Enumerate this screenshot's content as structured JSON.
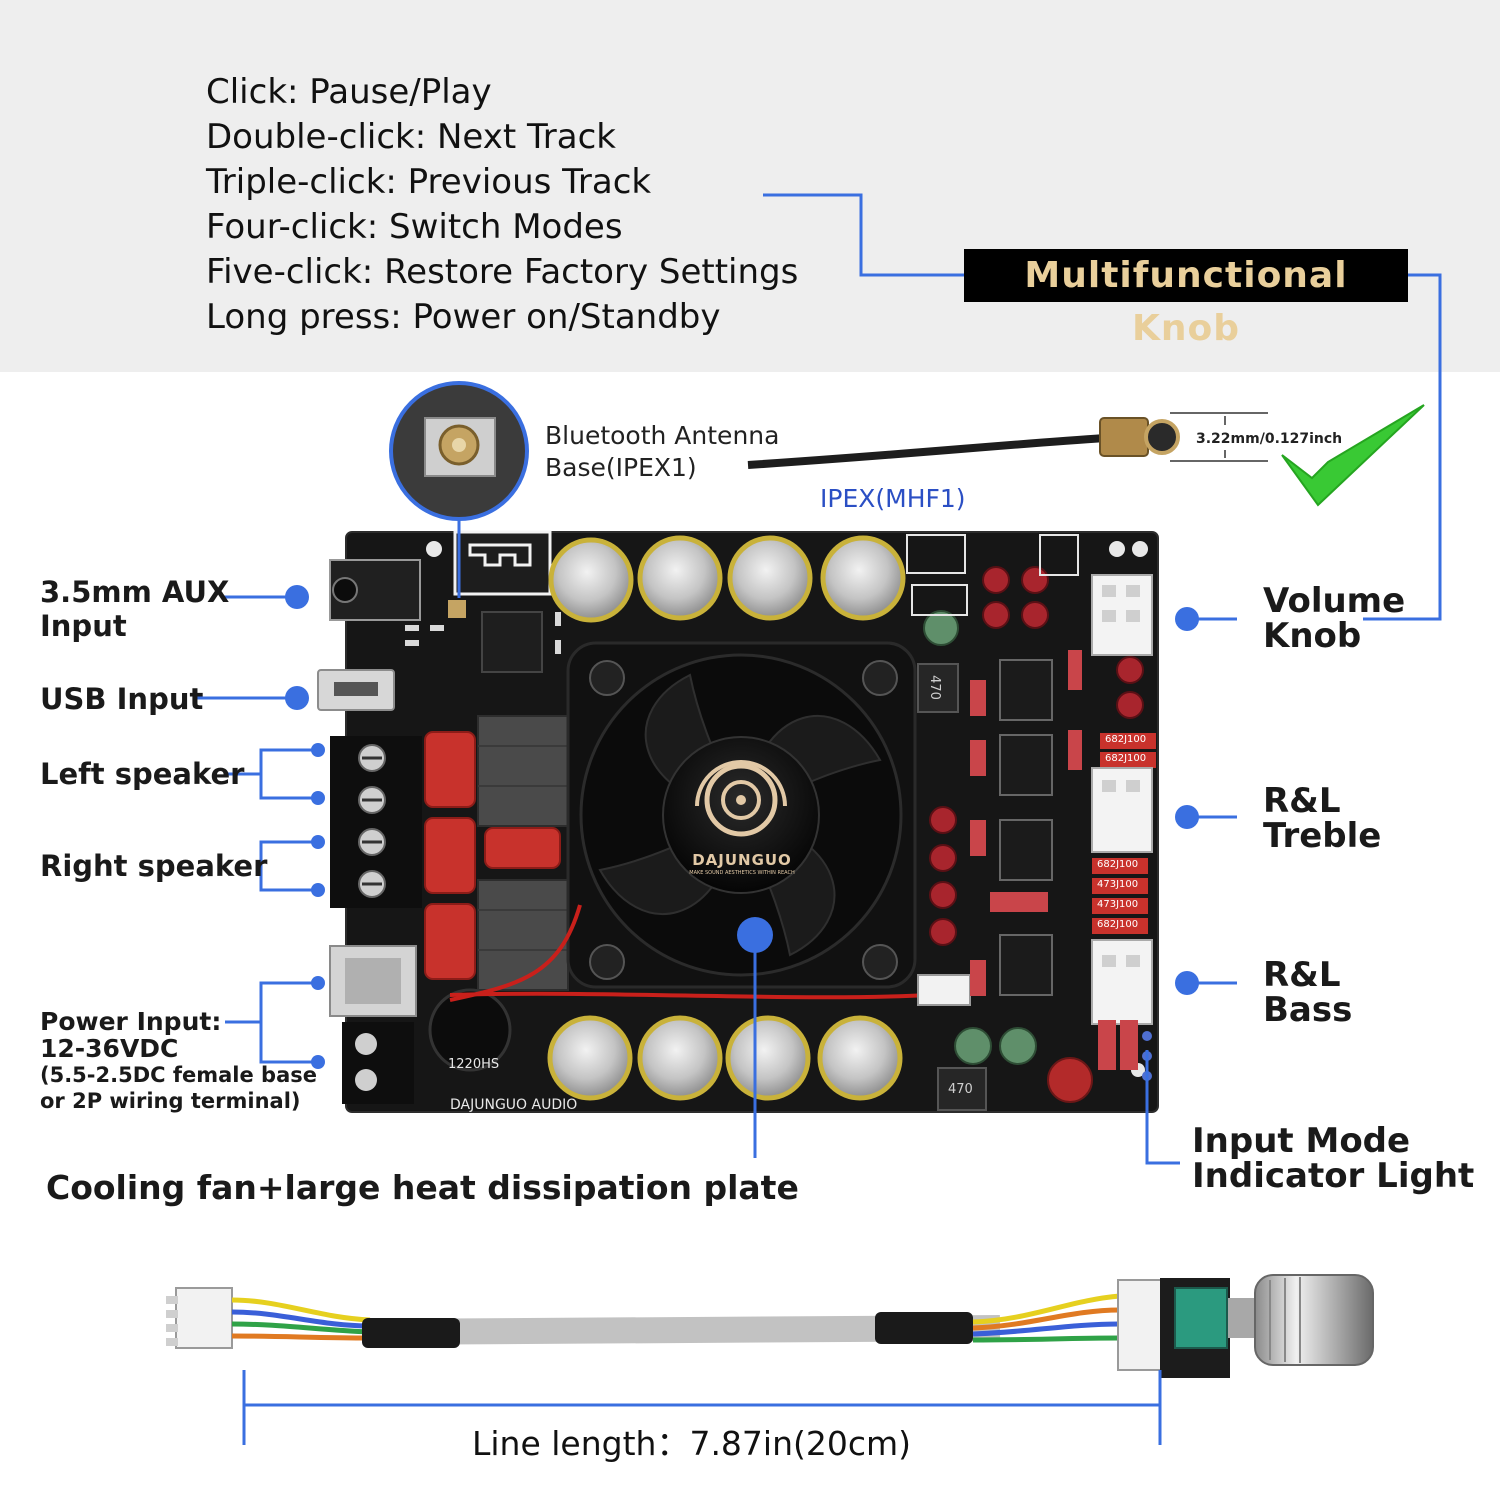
{
  "knob_functions": [
    "Click: Pause/Play",
    "Double-click: Next Track",
    "Triple-click: Previous Track",
    "Four-click: Switch Modes",
    "Five-click: Restore Factory Settings",
    "Long press: Power on/Standby"
  ],
  "knob_title": "Multifunctional Knob",
  "antenna": {
    "label_line1": "Bluetooth Antenna",
    "label_line2": "Base(IPEX1)",
    "cable_label": "IPEX(MHF1)",
    "dimension": "3.22mm/0.127inch"
  },
  "left_labels": {
    "aux_line1": "3.5mm AUX",
    "aux_line2": "Input",
    "usb": "USB Input",
    "left_speaker": "Left speaker",
    "right_speaker": "Right speaker",
    "power_line1": "Power Input:",
    "power_line2": "12-36VDC",
    "power_line3": "(5.5-2.5DC female base",
    "power_line4": "or 2P wiring terminal)"
  },
  "right_labels": {
    "volume_line1": "Volume",
    "volume_line2": "Knob",
    "treble_line1": "R&L",
    "treble_line2": "Treble",
    "bass_line1": "R&L",
    "bass_line2": "Bass",
    "indicator_line1": "Input Mode",
    "indicator_line2": "Indicator Light"
  },
  "board": {
    "fan_brand": "DAJUNGUO",
    "fan_tagline": "MAKE SOUND AESTHETICS WITHIN REACH",
    "silk_brand": "DAJUNGUO AUDIO",
    "silk_model": "1220HS",
    "resistor_codes": [
      "682J100",
      "682J100",
      "682J100",
      "473J100",
      "473J100",
      "682J100"
    ],
    "inductor_code": "470"
  },
  "cooling_label": "Cooling fan+large heat dissipation plate",
  "line_length": "Line length：7.87in(20cm)",
  "colors": {
    "pointer_blue": "#3a6fe0",
    "board_black": "#161616",
    "capacitor_silver": "#c9c9c9",
    "film_cap_red": "#c8322c",
    "check_green": "#39c934",
    "title_gold": "#e9cf9b"
  }
}
